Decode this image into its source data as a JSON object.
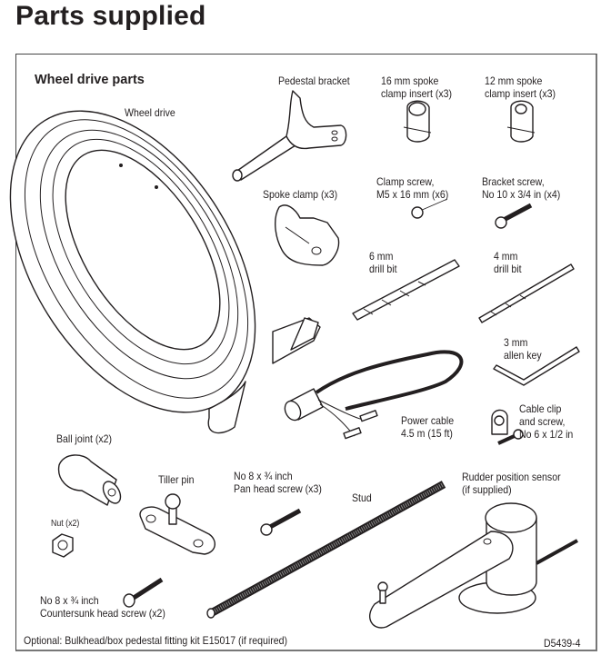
{
  "page": {
    "title": "Parts supplied"
  },
  "panel": {
    "heading": "Wheel drive parts",
    "figure_id": "D5439-4",
    "footnote": "Optional: Bulkhead/box pedestal fitting kit E15017 (if required)"
  },
  "parts": {
    "wheel_drive": "Wheel drive",
    "pedestal_bracket": "Pedestal bracket",
    "spoke_insert_16": "16 mm spoke\nclamp insert (x3)",
    "spoke_insert_12": "12 mm spoke\nclamp insert (x3)",
    "spoke_clamp": "Spoke clamp (x3)",
    "clamp_screw": "Clamp screw,\nM5 x 16 mm (x6)",
    "bracket_screw": "Bracket screw,\nNo 10 x 3/4 in (x4)",
    "drill_6mm": "6 mm\ndrill bit",
    "drill_4mm": "4 mm\ndrill bit",
    "allen_key": "3 mm\nallen key",
    "power_cable": "Power cable\n4.5 m (15 ft)",
    "cable_clip": "Cable clip\nand screw,\nNo 6 x 1/2 in",
    "ball_joint": "Ball joint (x2)",
    "nut": "Nut (x2)",
    "tiller_pin": "Tiller pin",
    "pan_head_screw": "No 8 x ¾ inch\nPan head screw (x3)",
    "stud": "Stud",
    "rudder_sensor": "Rudder position sensor\n(if supplied)",
    "countersunk_screw": "No 8 x ¾ inch\nCountersunk head screw (x2)"
  }
}
